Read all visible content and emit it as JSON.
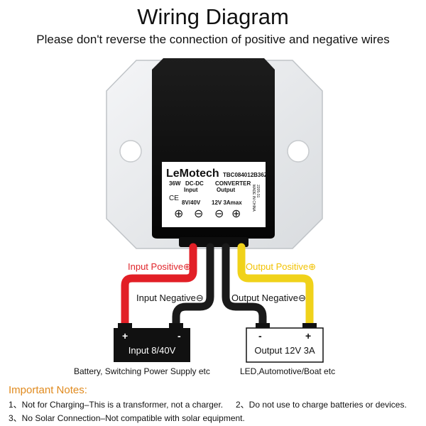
{
  "title": "Wiring Diagram",
  "subtitle": "Please don't reverse the connection of positive and negative wires",
  "device": {
    "brand": "LeMotech",
    "model": "TBC084012B36Z",
    "power": "36W",
    "type_line": "DC-DC",
    "converter": "CONVERTER",
    "input_label": "Input",
    "output_label": "Output",
    "input_range": "8V/40V",
    "output_rating": "12V 3Amax",
    "ce_mark": "CE",
    "side_text_1": "2205-31",
    "side_text_2": "MADE IN CHINA",
    "terminal_1": "⊕",
    "terminal_2": "⊖",
    "terminal_3": "⊖",
    "terminal_4": "⊕"
  },
  "wires": {
    "input_positive": "Input Positive⊕",
    "input_negative": "Input Negative⊖",
    "output_positive": "Output Positive⊕",
    "output_negative": "Output Negative⊖"
  },
  "input_box": {
    "plus": "+",
    "minus": "-",
    "label": "Input 8/40V",
    "caption": "Battery, Switching Power Supply etc"
  },
  "output_box": {
    "minus": "-",
    "plus": "+",
    "label": "Output 12V 3A",
    "caption": "LED,Automotive/Boat etc"
  },
  "notes": {
    "title": "Important Notes:",
    "items": [
      "1、Not for Charging–This is a transformer, not a charger.",
      "2、Do not use to charge batteries or devices.",
      "3、No Solar Connection–Not compatible with solar equipment."
    ]
  },
  "colors": {
    "red_wire": "#e21f26",
    "black_wire": "#1a1a1a",
    "yellow_wire": "#f0d21a",
    "input_label_red": "#e0242a",
    "output_label_yellow": "#f2c200",
    "notes_orange": "#e08a1e",
    "plate": "#e9ebee",
    "body": "#111111"
  }
}
